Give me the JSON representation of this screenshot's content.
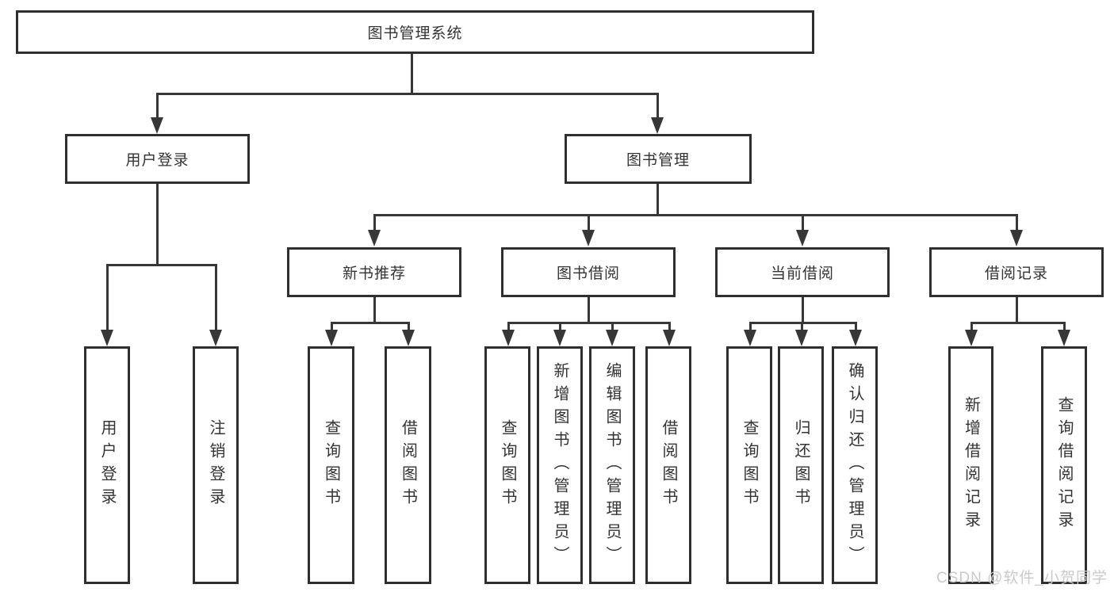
{
  "tree": {
    "root": {
      "label": "图书管理系统"
    },
    "level2": [
      {
        "label": "用户登录"
      },
      {
        "label": "图书管理"
      }
    ],
    "level3": [
      {
        "label": "新书推荐"
      },
      {
        "label": "图书借阅"
      },
      {
        "label": "当前借阅"
      },
      {
        "label": "借阅记录"
      }
    ],
    "leaves": [
      {
        "label": "用户登录"
      },
      {
        "label": "注销登录"
      },
      {
        "label": "查询图书"
      },
      {
        "label": "借阅图书"
      },
      {
        "label": "查询图书"
      },
      {
        "label": "新增图书（管理员）"
      },
      {
        "label": "编辑图书（管理员）"
      },
      {
        "label": "借阅图书"
      },
      {
        "label": "查询图书"
      },
      {
        "label": "归还图书"
      },
      {
        "label": "确认归还（管理员）"
      },
      {
        "label": "新增借阅记录"
      },
      {
        "label": "查询借阅记录"
      }
    ]
  },
  "watermark": {
    "text": "CSDN @软件_小贺同学"
  },
  "colors": {
    "line": "#373737",
    "box_border": "#2f2f2f",
    "text": "#333333",
    "watermark": "#c9c9c9",
    "background": "#ffffff"
  }
}
